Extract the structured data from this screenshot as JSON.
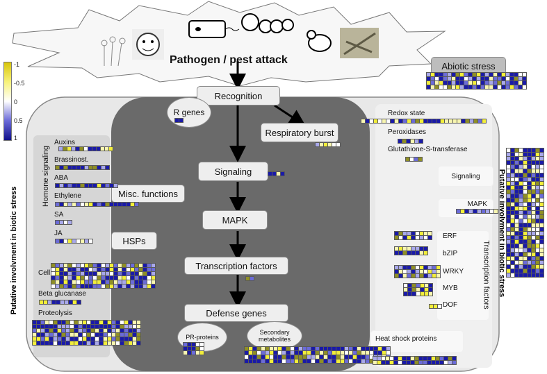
{
  "attack": {
    "title": "Pathogen / pest attack"
  },
  "abiotic": {
    "label": "Abiotic stress"
  },
  "legend": {
    "ticks": [
      "-1",
      "-0.5",
      "0",
      "0.5",
      "1"
    ]
  },
  "side_labels": {
    "left": "Putative involvment in biotic stress",
    "right": "Putative involvment in biotic stress"
  },
  "hormone": {
    "title": "Homone signaling",
    "items": [
      "Auxins",
      "Brassinost.",
      "ABA",
      "Ethylene",
      "SA",
      "JA"
    ]
  },
  "left_misc": {
    "misc": "Misc. functions",
    "hsps": "HSPs",
    "cell_wall": "Cell wall",
    "beta": "Beta glucanase",
    "proteolysis": "Proteolysis"
  },
  "pathway": {
    "recognition": "Recognition",
    "r_genes": "R genes",
    "respiratory": "Respiratory burst",
    "signaling": "Signaling",
    "mapk": "MAPK",
    "tf": "Transcription factors",
    "defense": "Defense genes",
    "pr": "PR-proteins",
    "secondary": "Secondary metabolites"
  },
  "right": {
    "redox": "Redox state",
    "peroxidases": "Peroxidases",
    "gst": "Glutathione-S-transferase",
    "signaling": "Signaling",
    "mapk": "MAPK",
    "tf_title": "Transcription factors",
    "tf_items": [
      "ERF",
      "bZIP",
      "WRKY",
      "MYB",
      "DOF"
    ],
    "heat": "Heat shock proteins"
  },
  "colors": {
    "strong_blue": "#1a1aa8",
    "mid_blue": "#6b6bd8",
    "light_blue": "#a8a8ea",
    "yellow": "#f2ee3a",
    "pale_yellow": "#f8f6b0",
    "olive": "#8f8f25",
    "white": "#ffffff"
  }
}
